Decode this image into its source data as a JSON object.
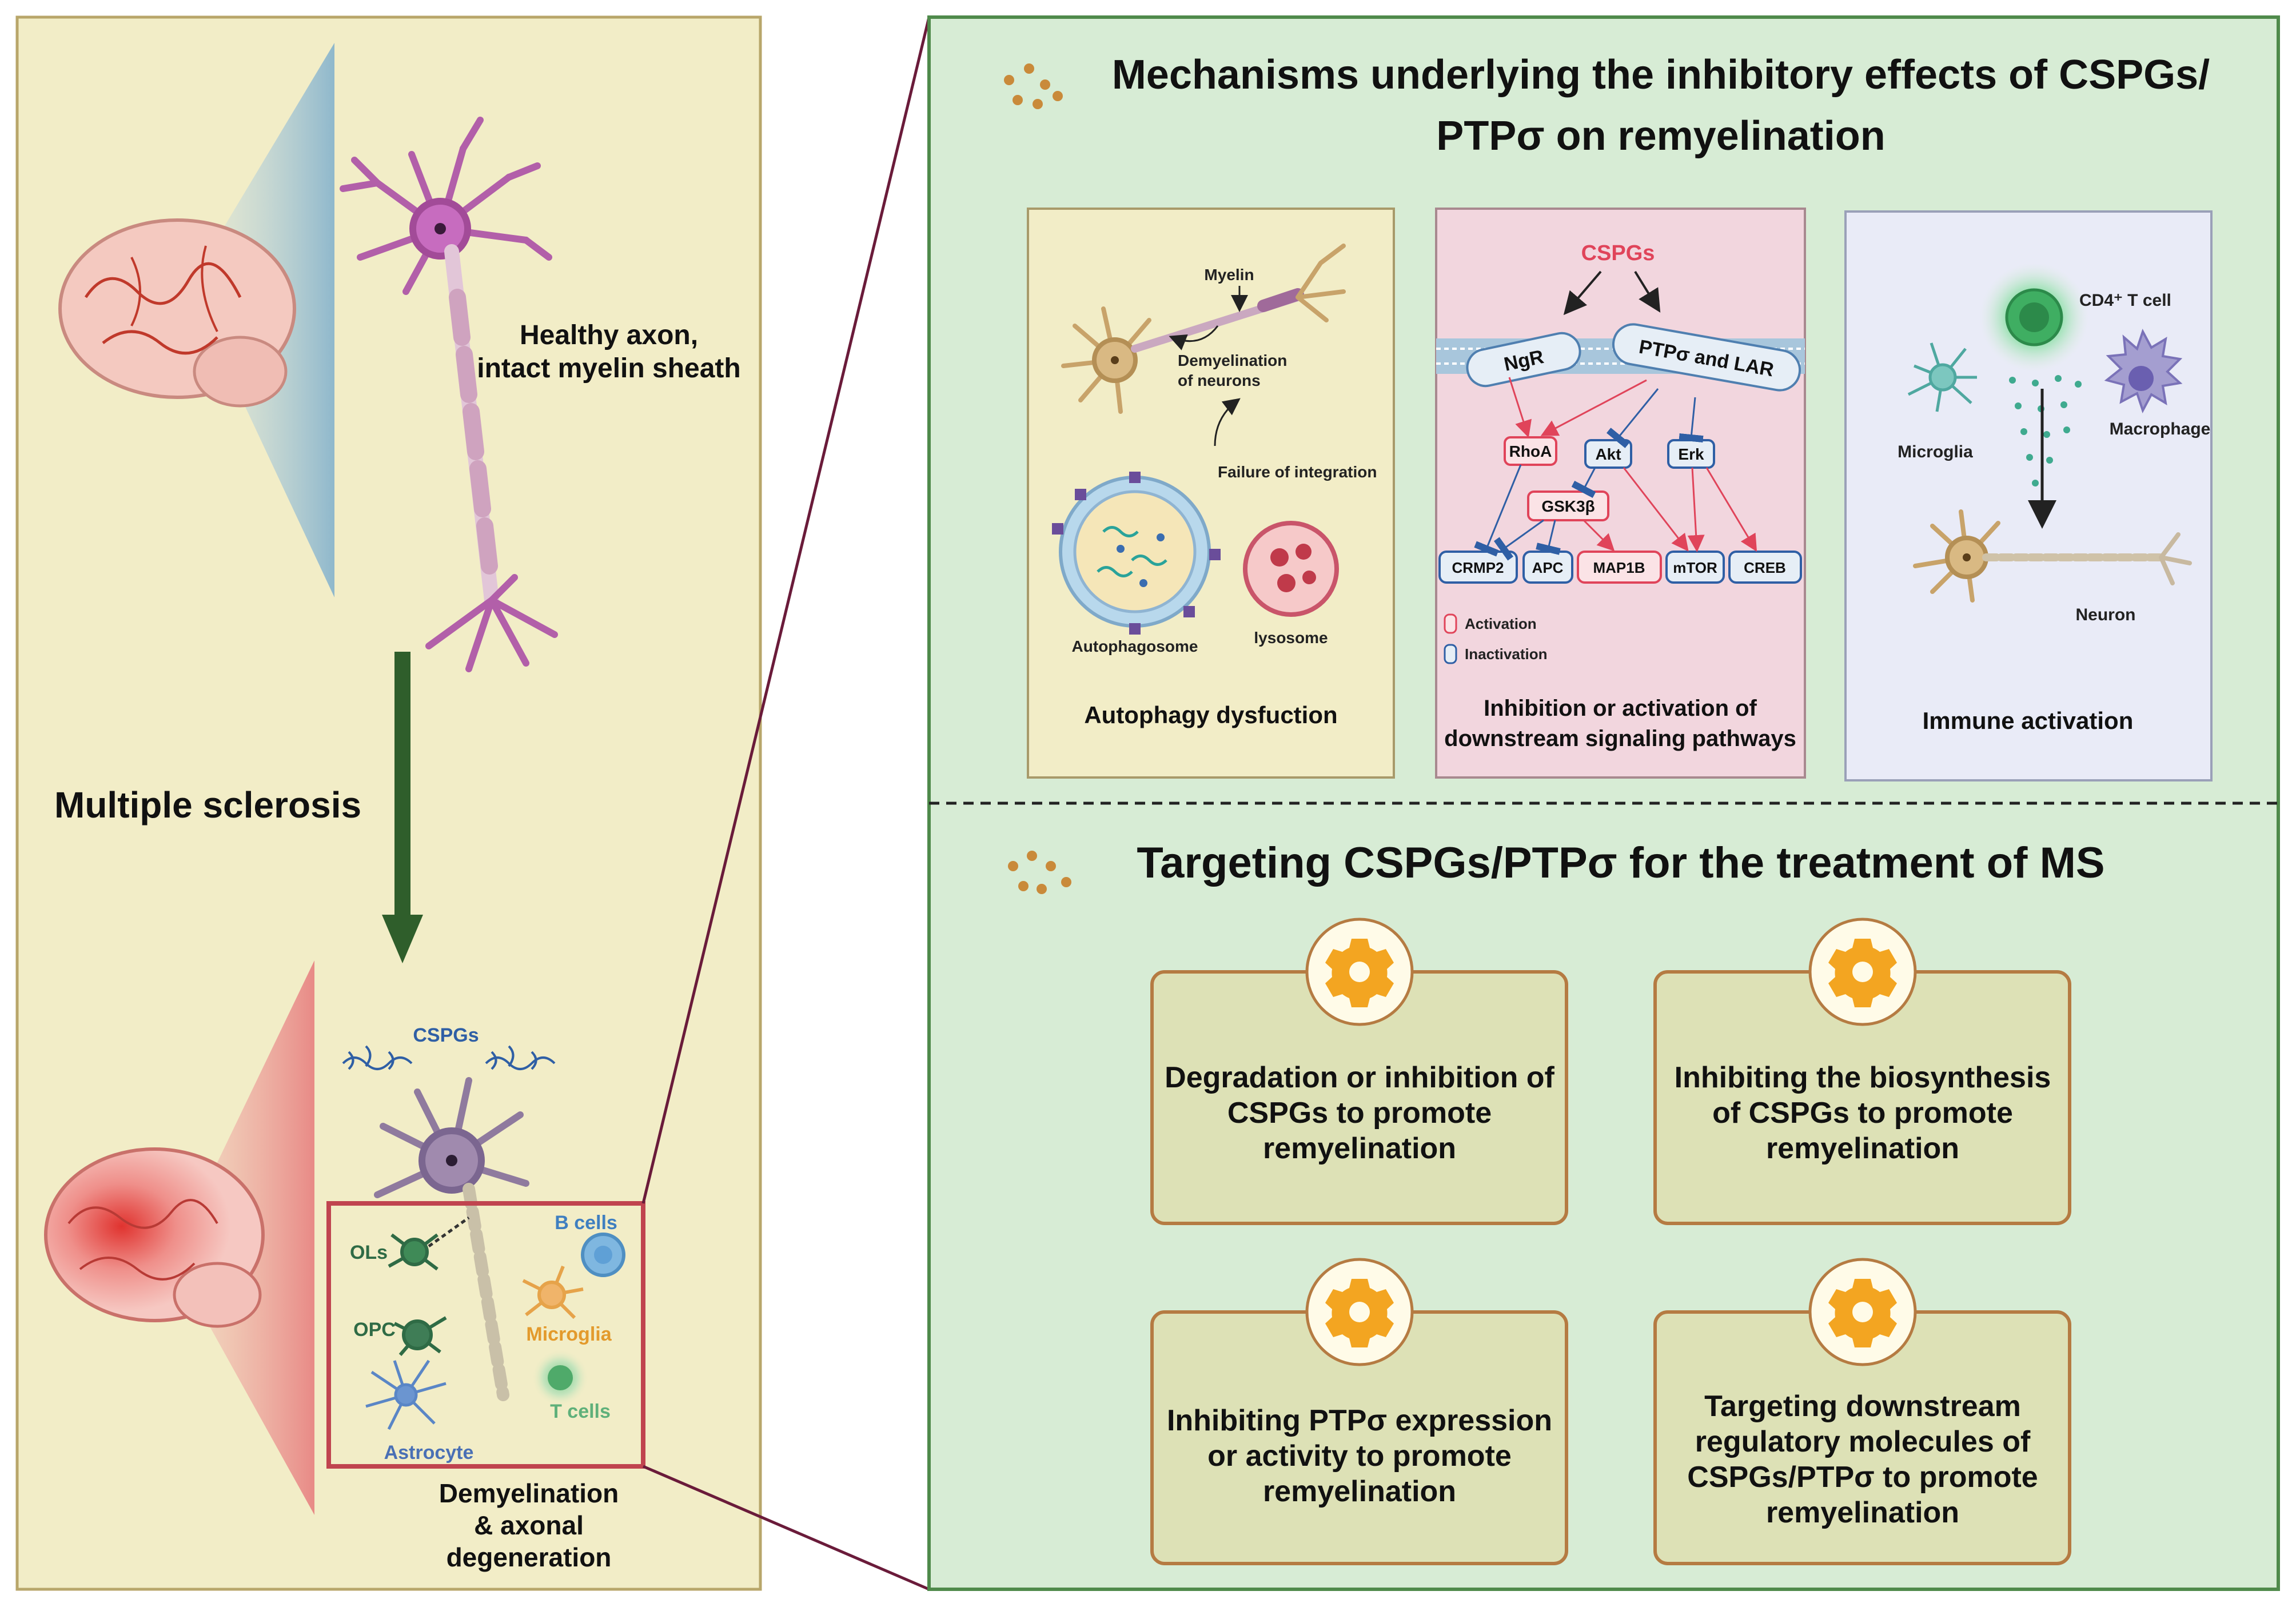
{
  "colors": {
    "left_panel_bg": "#f2edc7",
    "left_panel_border": "#b8a66a",
    "right_panel_bg": "#d7ecd5",
    "right_panel_border": "#4f8a4b",
    "box_autophagy_bg": "#f2edc7",
    "box_signaling_bg": "#f2d6de",
    "box_immune_bg": "#e9ebf7",
    "card_bg": "#dde1b6",
    "card_border": "#b57b42",
    "gear": "#f3a521",
    "activation": "#e0445a",
    "inactivation": "#2f5fa5",
    "arrow_green": "#2f5e2b",
    "zoom_line": "#6a1b3a",
    "red_box": "#c0444f"
  },
  "left": {
    "healthy_label_line1": "Healthy axon,",
    "healthy_label_line2": "intact myelin sheath",
    "disease_label": "Multiple sclerosis",
    "cspgs_label": "CSPGs",
    "cells": {
      "ols": "OLs",
      "opc": "OPC",
      "b_cells": "B cells",
      "microglia": "Microglia",
      "t_cells": "T cells",
      "astrocyte": "Astrocyte"
    },
    "outcome_line1": "Demyelination",
    "outcome_line2": "& axonal",
    "outcome_line3": "degeneration"
  },
  "mechanisms": {
    "title_line1": "Mechanisms underlying the inhibitory effects of CSPGs/",
    "title_line2": "PTPσ on remyelination",
    "autophagy": {
      "myelin": "Myelin",
      "demyelination_line1": "Demyelination",
      "demyelination_line2": "of neurons",
      "failure": "Failure of integration",
      "autophagosome": "Autophagosome",
      "lysosome": "lysosome",
      "caption": "Autophagy dysfuction"
    },
    "signaling": {
      "cspgs": "CSPGs",
      "ngr": "NgR",
      "ptp_lar": "PTPσ and LAR",
      "rhoa": "RhoA",
      "akt": "Akt",
      "erk": "Erk",
      "gsk3b": "GSK3β",
      "crmp2": "CRMP2",
      "apc": "APC",
      "map1b": "MAP1B",
      "mtor": "mTOR",
      "creb": "CREB",
      "legend_activation": "Activation",
      "legend_inactivation": "Inactivation",
      "caption_line1": "Inhibition or activation of",
      "caption_line2": "downstream signaling pathways"
    },
    "immune": {
      "cd4": "CD4⁺ T cell",
      "microglia": "Microglia",
      "macrophage": "Macrophage",
      "neuron": "Neuron",
      "caption": "Immune activation"
    }
  },
  "targeting": {
    "title": "Targeting CSPGs/PTPσ for the treatment of MS",
    "card1": [
      "Degradation or inhibition of",
      "CSPGs to promote",
      "remyelination"
    ],
    "card2": [
      "Inhibiting the biosynthesis",
      "of CSPGs to promote",
      "remyelination"
    ],
    "card3": [
      "Inhibiting PTPσ expression",
      "or activity to promote",
      "remyelination"
    ],
    "card4": [
      "Targeting downstream",
      "regulatory molecules of",
      "CSPGs/PTPσ to promote",
      "remyelination"
    ]
  }
}
